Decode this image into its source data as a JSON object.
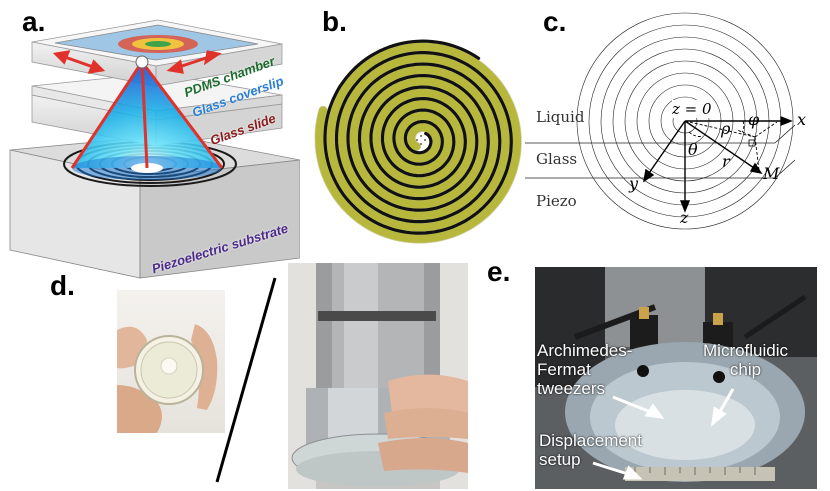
{
  "figure": {
    "panels": {
      "a": {
        "label": "a.",
        "layers": [
          "PDMS chamber",
          "Glass coverslip",
          "Glass slide",
          "Piezoelectric substrate"
        ]
      },
      "b": {
        "label": "b."
      },
      "c": {
        "label": "c.",
        "regions": [
          "Liquid",
          "Glass",
          "Piezo"
        ],
        "symbols": {
          "origin": "z = 0",
          "x": "x",
          "y": "y",
          "z": "z",
          "M": "M",
          "r": "r",
          "rho": "ρ",
          "theta": "θ",
          "phi": "φ"
        }
      },
      "d": {
        "label": "d."
      },
      "e": {
        "label": "e.",
        "annotations": [
          "Archimedes-Fermat tweezers",
          "Microfluidic chip",
          "Displacement setup"
        ],
        "annotation_lines": {
          "tweezers": [
            "Archimedes-",
            "Fermat",
            "tweezers"
          ],
          "chip": [
            "Microfluidic",
            "chip"
          ],
          "setup": [
            "Displacement",
            "setup"
          ]
        }
      }
    },
    "colors": {
      "pdms": "#1e6b2e",
      "coverslip": "#2a7fd4",
      "slide": "#8b1a1a",
      "substrate": "#4b2a8a",
      "spiral_yellow": "#d8d84a",
      "arrow_red": "#e0312b"
    }
  }
}
